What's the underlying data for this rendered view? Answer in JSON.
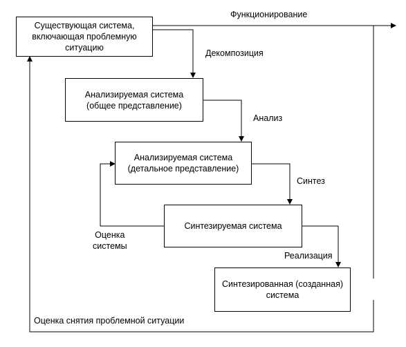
{
  "boxes": {
    "existing_system": "Существующая система,\nвключающая проблемную\nситуацию",
    "analyzed_general": "Анализируемая система\n(общее представление)",
    "analyzed_detailed": "Анализируемая система\n(детальное представление)",
    "synthesized_system": "Синтезируемая система",
    "created_system": "Синтезированная (созданная)\nсистема"
  },
  "labels": {
    "functioning": "Функционирование",
    "decomposition": "Декомпозиция",
    "analysis": "Анализ",
    "synthesis": "Синтез",
    "system_evaluation": "Оценка\nсистемы",
    "implementation": "Реализация",
    "problem_resolution_evaluation": "Оценка снятия проблемной ситуации"
  }
}
